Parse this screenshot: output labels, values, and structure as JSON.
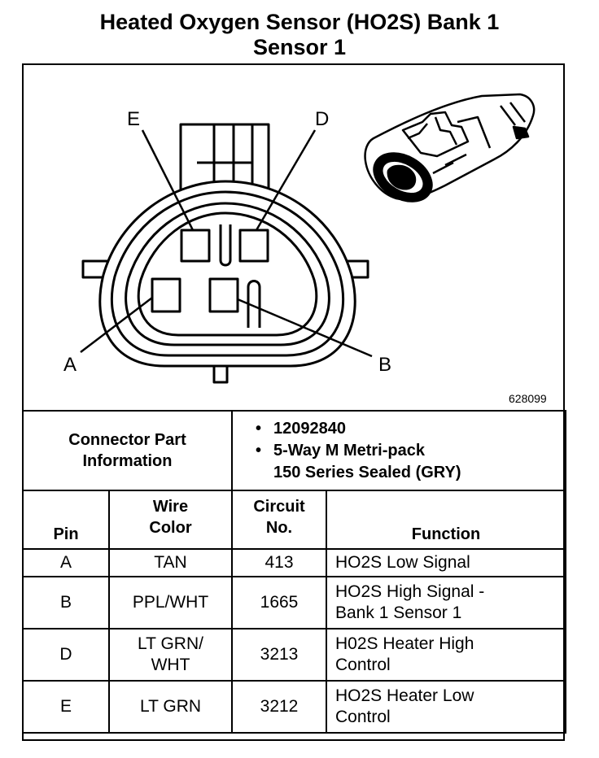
{
  "title": {
    "line1": "Heated Oxygen Sensor (HO2S) Bank 1",
    "line2": "Sensor 1"
  },
  "diagram": {
    "pin_labels": {
      "a": "A",
      "b": "B",
      "d": "D",
      "e": "E"
    },
    "figure_number": "628099"
  },
  "connector_info": {
    "label_line1": "Connector Part",
    "label_line2": "Information",
    "part_number": "12092840",
    "description_line1": "5-Way M Metri-pack",
    "description_line2": "150 Series Sealed (GRY)"
  },
  "pin_table": {
    "headers": {
      "pin": "Pin",
      "wire_line1": "Wire",
      "wire_line2": "Color",
      "circuit_line1": "Circuit",
      "circuit_line2": "No.",
      "function": "Function"
    },
    "rows": [
      {
        "pin": "A",
        "wire1": "TAN",
        "wire2": "",
        "circuit": "413",
        "func1": "HO2S Low Signal",
        "func2": ""
      },
      {
        "pin": "B",
        "wire1": "PPL/WHT",
        "wire2": "",
        "circuit": "1665",
        "func1": "HO2S High Signal -",
        "func2": "Bank 1 Sensor 1"
      },
      {
        "pin": "D",
        "wire1": "LT GRN/",
        "wire2": "WHT",
        "circuit": "3213",
        "func1": "H02S Heater High",
        "func2": "Control"
      },
      {
        "pin": "E",
        "wire1": "LT GRN",
        "wire2": "",
        "circuit": "3212",
        "func1": "HO2S Heater Low",
        "func2": "Control"
      }
    ]
  }
}
